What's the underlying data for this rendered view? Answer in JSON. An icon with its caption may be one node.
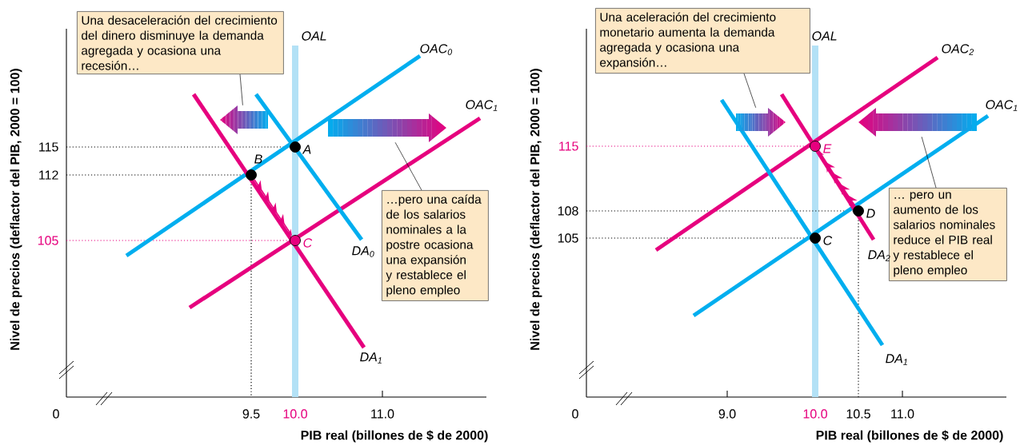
{
  "diagram": {
    "nodes": [
      {
        "text": [
          "Una desaceleración del crecimiento del dinero disminuye la demanda agregada y ocasiona una recesión…"
        ]
      },
      {
        "text": [],
        "shape": "arrow"
      },
      {
        "text": [
          "…pero una caída de los salarios nominales a la postre ocasiona una expansión y restablece el pleno empleo"
        ]
      },
      {
        "text": [],
        "shape": "arrow"
      },
      {
        "text": [],
        "shape": "circle",
        "beside": [
          "A"
        ]
      },
      {
        "text": [],
        "shape": "circle",
        "beside": [
          "B"
        ]
      },
      {
        "text": [],
        "shape": "circle",
        "beside": [
          "C"
        ]
      },
      {
        "text": [
          "Una aceleración del crecimiento monetario aumenta la demanda agregada y ocasiona una expansión…"
        ]
      },
      {
        "text": [],
        "shape": "arrow"
      },
      {
        "text": [
          "… pero un aumento de los salarios nominales reduce el PIB real y restablece el pleno empleo"
        ]
      },
      {
        "text": [],
        "shape": "arrow"
      },
      {
        "text": [],
        "shape": "circle",
        "beside": [
          "E"
        ]
      },
      {
        "text": [],
        "shape": "circle",
        "beside": [
          "D"
        ]
      },
      {
        "text": [],
        "shape": "circle",
        "beside": [
          "C"
        ]
      }
    ],
    "edges": [
      {
        "from": 0,
        "to": 1,
        "arrow": "none"
      },
      {
        "from": 2,
        "to": 3,
        "arrow": "none"
      },
      {
        "from": 5,
        "to": 6,
        "arrow": "to",
        "color": "#e6007e"
      },
      {
        "from": 7,
        "to": 8,
        "arrow": "none"
      },
      {
        "from": 9,
        "to": 10,
        "arrow": "none"
      },
      {
        "from": 12,
        "to": 11,
        "arrow": "to",
        "color": "#e6007e"
      }
    ],
    "labels": [
      "Nivel de precios (deflactor del PIB, 2000 = 100)",
      "OAL",
      "OAC$_{0}$",
      "OAC$_{1}$",
      "115",
      "112",
      "105",
      "DA$_{0}$",
      "DA$_{1}$",
      "0",
      "9.5",
      "10.0",
      "11.0",
      "PIB real (billones de $ de 2000)",
      "Nivel de precios (deflactor del PIB, 2000 = 100)",
      "OAL",
      "OAC$_{2}$",
      "OAC$_{1}$",
      "115",
      "108",
      "105",
      "DA$_{2}$",
      "DA$_{1}$",
      "0",
      "9.0",
      "10.0",
      "10.5",
      "11.0",
      "PIB real (billones de $ de 2000)"
    ]
  }
}
